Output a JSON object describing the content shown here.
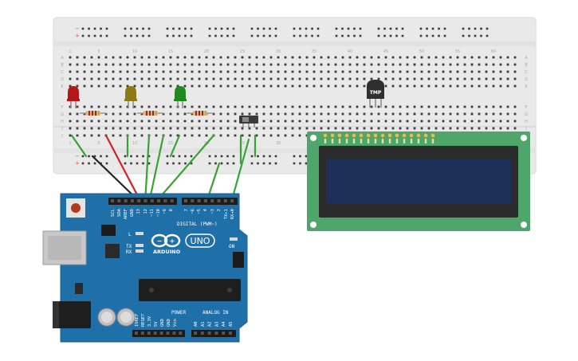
{
  "breadboard": {
    "column_numbers": [
      "1",
      "5",
      "10",
      "15",
      "20",
      "25",
      "30",
      "35",
      "40",
      "45",
      "50",
      "55",
      "60"
    ],
    "row_letters_top": [
      "A",
      "B",
      "C",
      "D",
      "E"
    ],
    "row_letters_bottom": [
      "F",
      "G",
      "H",
      "I",
      "J"
    ]
  },
  "components": {
    "leds": [
      {
        "name": "red-led",
        "color": "#b3171a"
      },
      {
        "name": "yellow-led",
        "color": "#8c7a12"
      },
      {
        "name": "green-led",
        "color": "#1f8a1f"
      }
    ],
    "temp_sensor_label": "TMP",
    "lcd": {
      "pin_count": 16
    }
  },
  "arduino": {
    "logo_text": "ARDUINO",
    "model_text": "UNO",
    "digital_label": "DIGITAL (PWM~)",
    "on_label": "ON",
    "led_labels": [
      "L",
      "TX",
      "RX"
    ],
    "digital_pins": [
      "SCL",
      "SDA",
      "AREF",
      "GND",
      "13",
      "12",
      "~11",
      "~10",
      "~9",
      "8",
      "7",
      "~6",
      "~5",
      "4",
      "~3",
      "2",
      "TX▸1",
      "RX◂0"
    ],
    "power_label": "POWER",
    "analog_label": "ANALOG IN",
    "power_pins": [
      "IOREF",
      "RESET",
      "3.3V",
      "5V",
      "GND",
      "GND",
      "Vin"
    ],
    "analog_pins": [
      "A0",
      "A1",
      "A2",
      "A3",
      "A4",
      "A5"
    ]
  },
  "wires": {
    "green": "#37a332",
    "red": "#d42020",
    "black": "#222222"
  }
}
